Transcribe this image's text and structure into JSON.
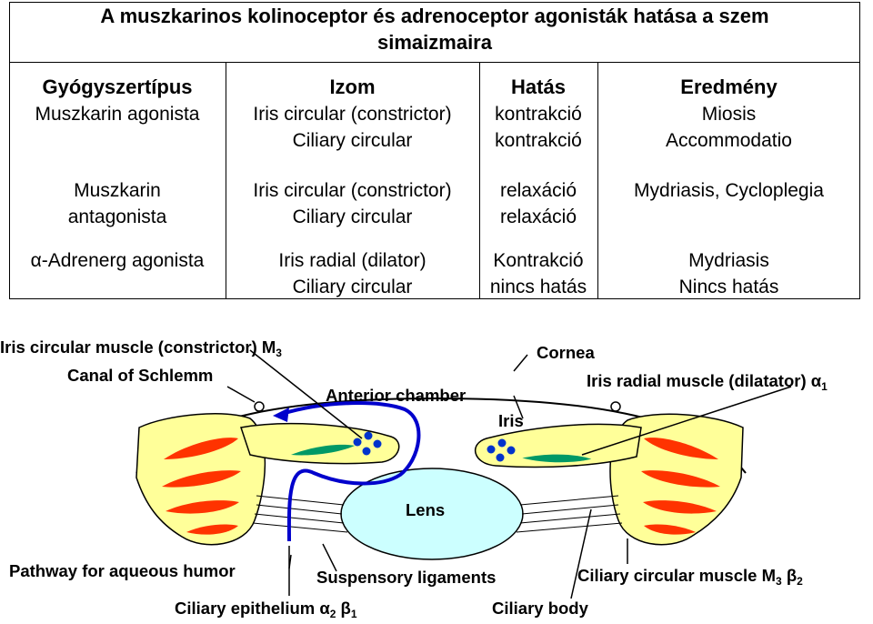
{
  "title_line1": "A muszkarinos kolinoceptor és adrenoceptor agonisták hatása a szem",
  "title_line2": "simaizmaira",
  "table": {
    "headers": [
      "Gyógyszertípus",
      "Izom",
      "Hatás",
      "Eredmény"
    ],
    "rows": [
      {
        "type": [
          "Muszkarin agonista"
        ],
        "muscle": [
          "Iris circular (constrictor)",
          "Ciliary circular"
        ],
        "effect": [
          "kontrakció",
          "kontrakció"
        ],
        "result": [
          "Miosis",
          "Accommodatio"
        ]
      },
      {
        "type": [
          "Muszkarin",
          "antagonista"
        ],
        "muscle": [
          "Iris circular (constrictor)",
          "Ciliary circular"
        ],
        "effect": [
          "relaxáció",
          "relaxáció"
        ],
        "result": [
          "Mydriasis, Cycloplegia"
        ]
      },
      {
        "type": [
          "α-Adrenerg agonista"
        ],
        "muscle": [
          "Iris radial (dilator)",
          "Ciliary circular"
        ],
        "effect": [
          "Kontrakció",
          "nincs hatás"
        ],
        "result": [
          "Mydriasis",
          "Nincs hatás"
        ]
      }
    ]
  },
  "diagram": {
    "iris_circular_muscle": "Iris circular muscle (constrictor) M",
    "iris_circular_muscle_sub": "3",
    "canal_of_schlemm": "Canal of Schlemm",
    "anterior_chamber": "Anterior chamber",
    "cornea": "Cornea",
    "iris_radial_muscle": "Iris radial muscle (dilatator) α",
    "iris_radial_muscle_sub": "1",
    "iris": "Iris",
    "lens": "Lens",
    "pathway_aqueous": "Pathway for aqueous humor",
    "suspensory_ligaments": "Suspensory ligaments",
    "ciliary_circular_muscle": "Ciliary circular muscle M",
    "ciliary_circular_muscle_sub1": "3",
    "ciliary_circular_muscle_beta": " β",
    "ciliary_circular_muscle_sub2": "2",
    "ciliary_epithelium": "Ciliary epithelium α",
    "ciliary_epithelium_sub1": "2",
    "ciliary_epithelium_beta": " β",
    "ciliary_epithelium_sub2": "1",
    "ciliary_body": "Ciliary body"
  },
  "colors": {
    "tissue_fill": "#ffff99",
    "muscle_red": "#ff3300",
    "muscle_green": "#009966",
    "lens_fill": "#ccffff",
    "pathway_blue": "#0000cc",
    "dot_blue": "#0033cc"
  }
}
